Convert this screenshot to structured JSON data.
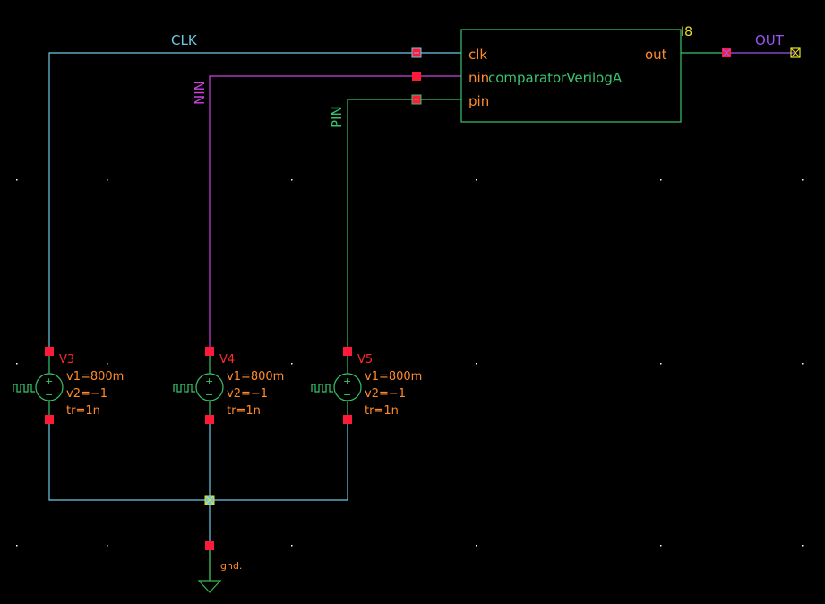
{
  "colors": {
    "background": "#000000",
    "grid_dot": "#ffffff",
    "wire_cyan": "#6fc7e6",
    "wire_magenta": "#cc44dd",
    "wire_green": "#38c46a",
    "wire_purple": "#9955ee",
    "label_orange": "#ff8a2a",
    "label_red": "#ff2a2a",
    "label_yellow": "#e6e02a",
    "pin_red": "#ff1a3a",
    "gnd_green": "#3ab84a"
  },
  "nets": {
    "clk": "CLK",
    "nin": "NIN",
    "pin": "PIN",
    "out": "OUT",
    "gnd": "gnd."
  },
  "instance": {
    "name": "I8",
    "cell": "comparatorVerilogA",
    "pin_clk": "clk",
    "pin_nin": "nin",
    "pin_pin": "pin",
    "pin_out": "out"
  },
  "sources": [
    {
      "name": "V3",
      "v1": "v1=800m",
      "v2": "v2=−1",
      "tr": "tr=1n"
    },
    {
      "name": "V4",
      "v1": "v1=800m",
      "v2": "v2=−1",
      "tr": "tr=1n"
    },
    {
      "name": "V5",
      "v1": "v1=800m",
      "v2": "v2=−1",
      "tr": "tr=1n"
    }
  ],
  "source_symbols": {
    "plus": "+",
    "minus": "−"
  }
}
